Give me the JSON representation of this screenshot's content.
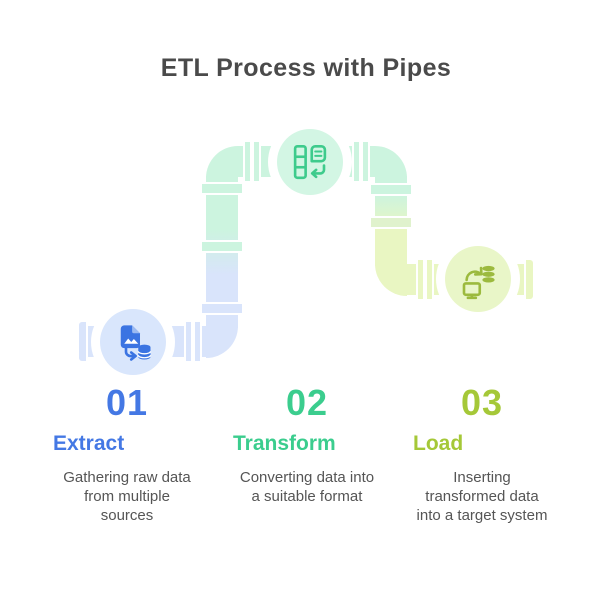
{
  "title": "ETL Process with Pipes",
  "steps": [
    {
      "number": "01",
      "label": "Extract",
      "description": "Gathering raw data\nfrom multiple\nsources",
      "accent_color": "#4478e4",
      "icon": "file-to-database-icon"
    },
    {
      "number": "02",
      "label": "Transform",
      "description": "Converting data into\na suitable format",
      "accent_color": "#3bcd8e",
      "icon": "table-document-convert-icon"
    },
    {
      "number": "03",
      "label": "Load",
      "description": "Inserting\ntransformed data\ninto a target system",
      "accent_color": "#a5c838",
      "icon": "sync-database-monitor-icon"
    }
  ],
  "colors": {
    "title_text": "#4a4a4a",
    "description_text": "#555555",
    "pipe_blue": "#d9e4fb",
    "pipe_mint": "#ccf4df",
    "pipe_lime": "#e9f6c2",
    "node_blue": "#d9e6fc",
    "node_mint": "#d3f6e4",
    "node_lime": "#e9f6c8"
  }
}
